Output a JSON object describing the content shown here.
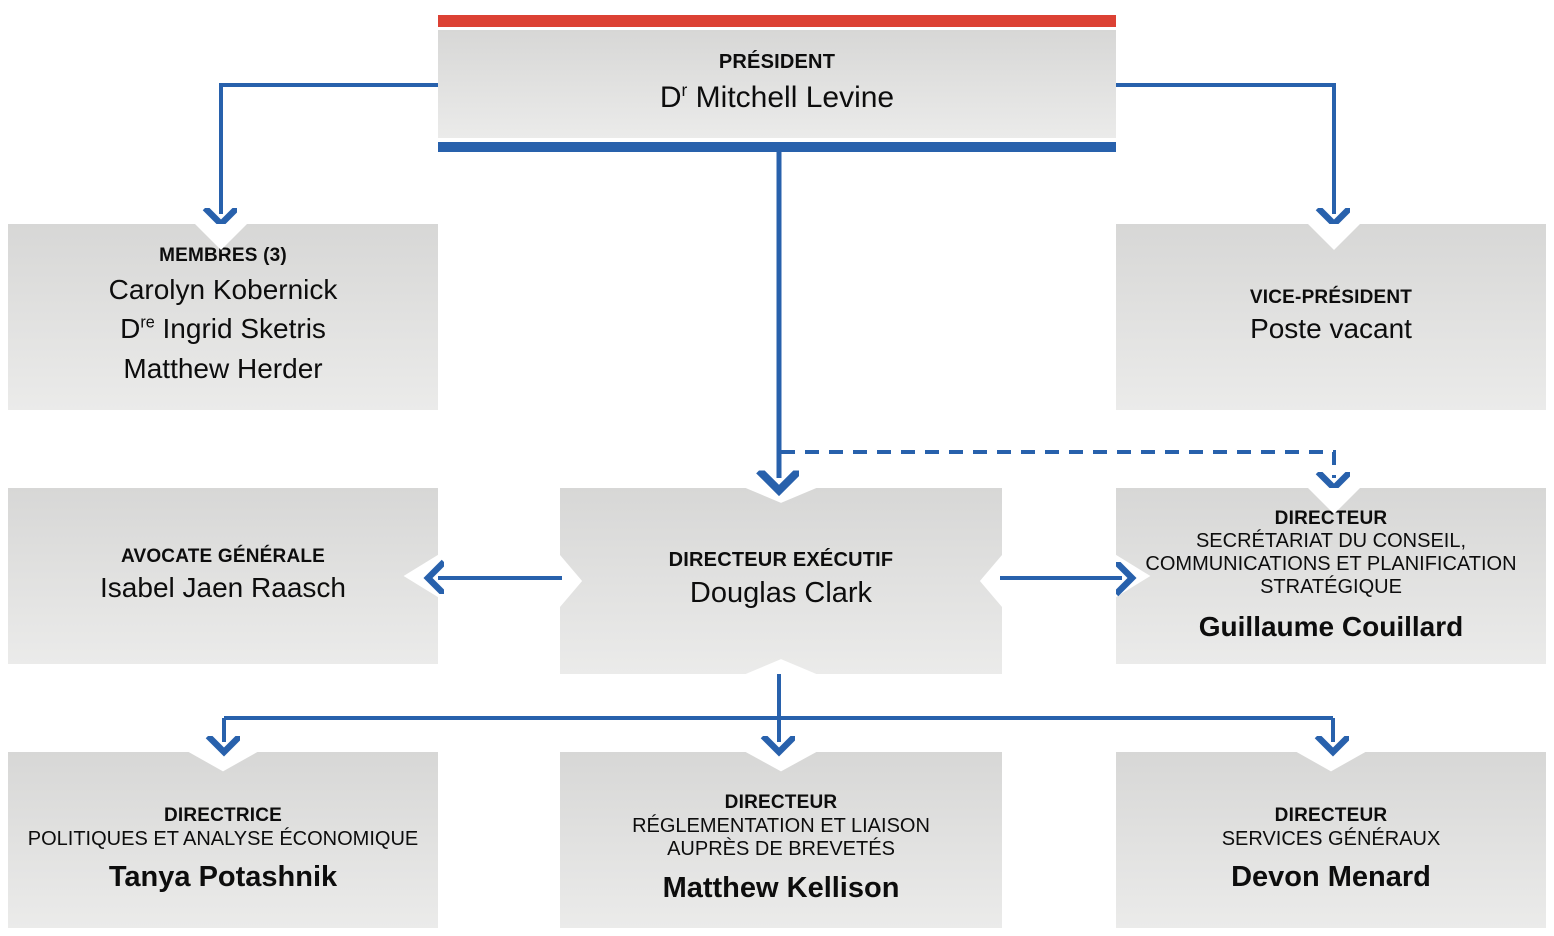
{
  "org_chart": {
    "type": "organizational-hierarchy",
    "language": "fr",
    "colors": {
      "accent_red": "#dc4134",
      "accent_blue": "#2861ac",
      "box_fill_top": "#d7d7d6",
      "box_fill_bottom": "#ebebea",
      "text": "#0d0d0d"
    },
    "nodes": {
      "president": {
        "title": "PRÉSIDENT",
        "name_prefix": "D",
        "name_suffix": "r",
        "name_rest": " Mitchell Levine",
        "name_full": "Dr Mitchell Levine"
      },
      "members": {
        "title": "MEMBRES (3)",
        "person_1": "Carolyn Kobernick",
        "person_2_prefix": "D",
        "person_2_suffix": "re",
        "person_2_rest": " Ingrid Sketris",
        "person_2_full": "Dre Ingrid Sketris",
        "person_3": "Matthew Herder"
      },
      "vice_president": {
        "title": "VICE-PRÉSIDENT",
        "name": "Poste vacant"
      },
      "general_counsel": {
        "title": "AVOCATE GÉNÉRALE",
        "name": "Isabel Jaen Raasch"
      },
      "executive_director": {
        "title": "DIRECTEUR EXÉCUTIF",
        "name": "Douglas Clark"
      },
      "secretariat_director": {
        "title": "DIRECTEUR",
        "subtitle_line_1": "SECRÉTARIAT DU CONSEIL,",
        "subtitle_line_2": "COMMUNICATIONS ET PLANIFICATION",
        "subtitle_line_3": "STRATÉGIQUE",
        "name": "Guillaume Couillard"
      },
      "policy_director": {
        "title": "DIRECTRICE",
        "subtitle_line_1": "POLITIQUES ET ANALYSE ÉCONOMIQUE",
        "name": "Tanya Potashnik"
      },
      "regulatory_director": {
        "title": "DIRECTEUR",
        "subtitle_line_1": "RÉGLEMENTATION ET LIAISON",
        "subtitle_line_2": "AUPRÈS DE BREVETÉS",
        "name": "Matthew Kellison"
      },
      "corporate_director": {
        "title": "DIRECTEUR",
        "subtitle_line_1": "SERVICES GÉNÉRAUX",
        "name": "Devon Menard"
      }
    },
    "connectors": [
      {
        "from": "president",
        "to": "members",
        "style": "solid"
      },
      {
        "from": "president",
        "to": "vice_president",
        "style": "solid"
      },
      {
        "from": "president",
        "to": "executive_director",
        "style": "solid"
      },
      {
        "from": "president",
        "to": "secretariat_director",
        "style": "dashed"
      },
      {
        "from": "executive_director",
        "to": "general_counsel",
        "style": "solid"
      },
      {
        "from": "executive_director",
        "to": "secretariat_director",
        "style": "solid"
      },
      {
        "from": "executive_director",
        "to": "policy_director",
        "style": "solid"
      },
      {
        "from": "executive_director",
        "to": "regulatory_director",
        "style": "solid"
      },
      {
        "from": "executive_director",
        "to": "corporate_director",
        "style": "solid"
      }
    ]
  }
}
